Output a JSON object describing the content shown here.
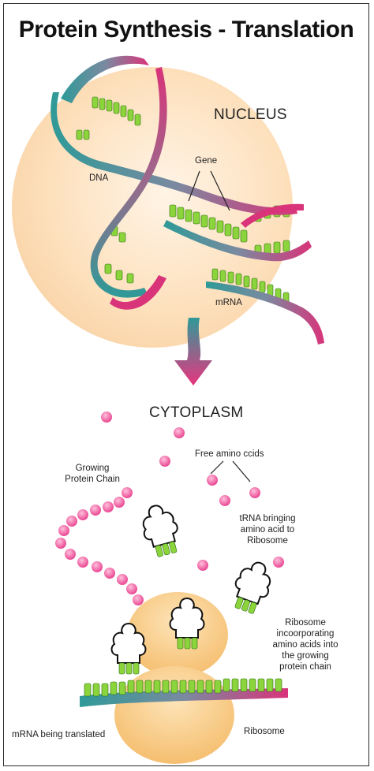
{
  "title": "Protein Synthesis - Translation",
  "labels": {
    "nucleus": "NUCLEUS",
    "dna": "DNA",
    "gene": "Gene",
    "mrna": "mRNA",
    "cytoplasm": "CYTOPLASM",
    "free_amino_acids": "Free amino ccids",
    "growing_chain_line1": "Growing",
    "growing_chain_line2": "Protein Chain",
    "trna_line1": "tRNA bringing",
    "trna_line2": "amino acid to",
    "trna_line3": "Ribosome",
    "ribosome_inc_line1": "Ribosome",
    "ribosome_inc_line2": "incoorporating",
    "ribosome_inc_line3": "amino acids into",
    "ribosome_inc_line4": "the growing",
    "ribosome_inc_line5": "protein chain",
    "mrna_translated": "mRNA being translated",
    "ribosome": "Ribosome"
  },
  "colors": {
    "nucleus": "#fcdcb4",
    "ribosome": "#f9c67e",
    "strand_teal": "#2e9a98",
    "strand_magenta": "#d9337a",
    "base_green": "#8cd43c",
    "amino_acid": "#f0509a",
    "trna_fill": "#ffffff"
  }
}
